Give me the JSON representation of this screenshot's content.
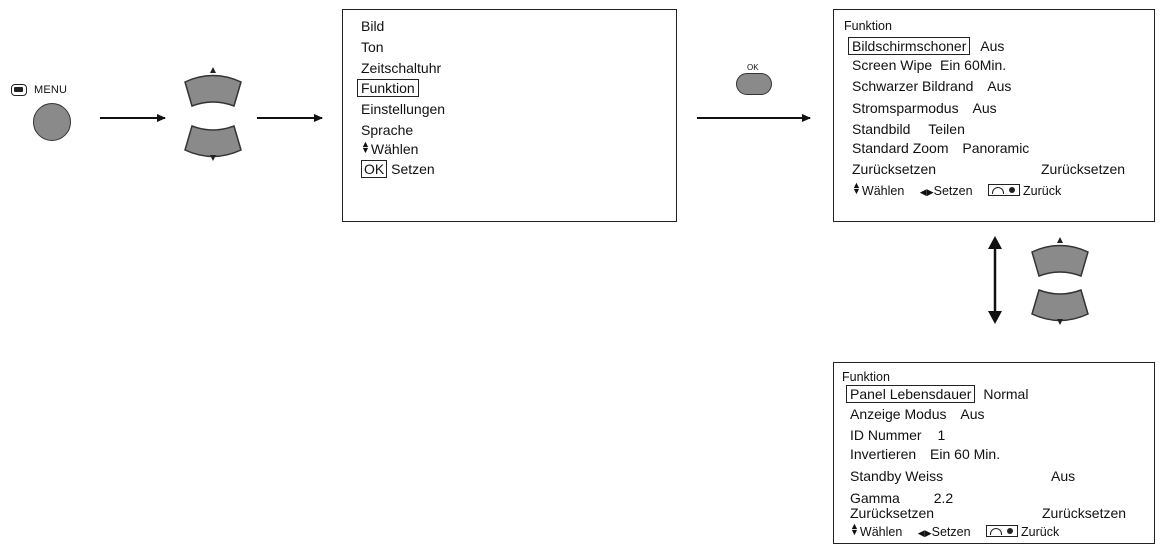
{
  "start": {
    "menu_label": "MENU"
  },
  "ok_button": {
    "label": "OK"
  },
  "main_menu": {
    "items": [
      "Bild",
      "Ton",
      "Zeitschaltuhr",
      "Funktion",
      "Einstellungen",
      "Sprache"
    ],
    "selected": "Funktion",
    "hint_select": "Wählen",
    "ok_key": "OK",
    "hint_set": "Setzen"
  },
  "funktion_page1": {
    "title": "Funktion",
    "rows": [
      {
        "label": "Bildschirmschoner",
        "value": "Aus"
      },
      {
        "label": "Screen Wipe",
        "value": "Ein  60Min."
      },
      {
        "label": "Schwarzer Bildrand",
        "value": "Aus"
      },
      {
        "label": "Stromsparmodus",
        "value": "Aus"
      },
      {
        "label": "Standbild",
        "value": "Teilen"
      },
      {
        "label": "Standard Zoom",
        "value": "Panoramic"
      },
      {
        "label": "Zurücksetzen",
        "value": "Zurücksetzen"
      }
    ],
    "footer": {
      "select": "Wählen",
      "set": "Setzen",
      "back": "Zurück"
    }
  },
  "funktion_page2": {
    "title": "Funktion",
    "rows": [
      {
        "label": "Panel Lebensdauer",
        "value": "Normal"
      },
      {
        "label": "Anzeige Modus",
        "value": "Aus"
      },
      {
        "label": "ID Nummer",
        "value": "1"
      },
      {
        "label": "Invertieren",
        "value": "Ein  60 Min."
      },
      {
        "label": "Standby Weiss",
        "value": "Aus"
      },
      {
        "label": "Gamma",
        "value": "2.2"
      },
      {
        "label": "Zurücksetzen",
        "value": "Zurücksetzen"
      }
    ],
    "footer": {
      "select": "Wählen",
      "set": "Setzen",
      "back": "Zurück"
    }
  }
}
